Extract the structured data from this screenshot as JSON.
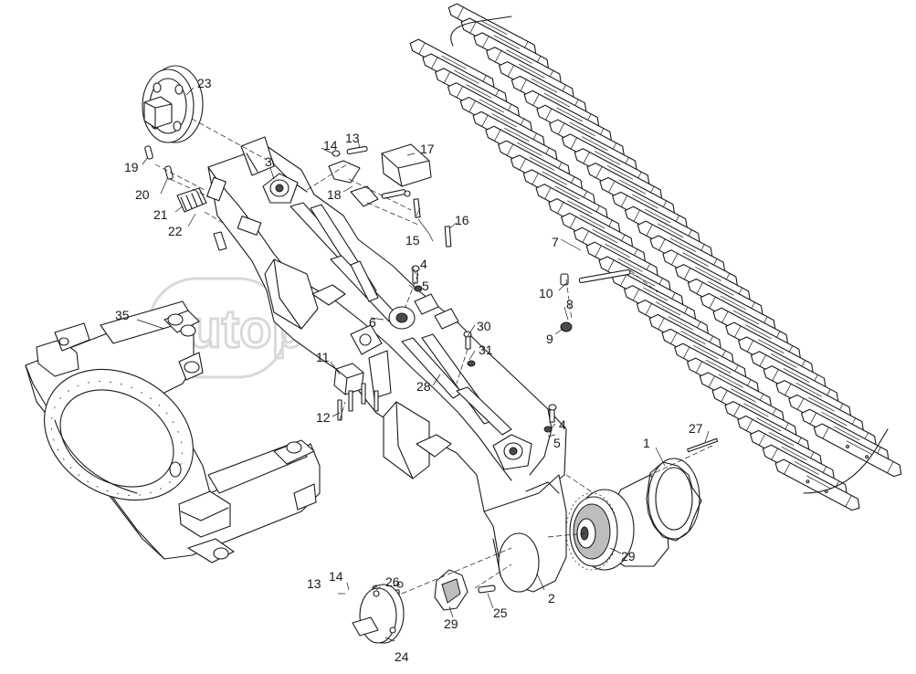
{
  "watermark": "autopiter.ru",
  "callouts": {
    "c1": "1",
    "c2": "2",
    "c3": "3",
    "c4a": "4",
    "c4b": "4",
    "c5a": "5",
    "c5b": "5",
    "c6": "6",
    "c7": "7",
    "c8": "8",
    "c9": "9",
    "c10": "10",
    "c11": "11",
    "c12": "12",
    "c13a": "13",
    "c13b": "13",
    "c14a": "14",
    "c14b": "14",
    "c15": "15",
    "c16": "16",
    "c17": "17",
    "c18": "18",
    "c19": "19",
    "c20": "20",
    "c21": "21",
    "c22": "22",
    "c23": "23",
    "c24": "24",
    "c25": "25",
    "c26": "26",
    "c27": "27",
    "c28": "28",
    "c29a": "29",
    "c29b": "29",
    "c30": "30",
    "c31": "31",
    "c35": "35"
  }
}
